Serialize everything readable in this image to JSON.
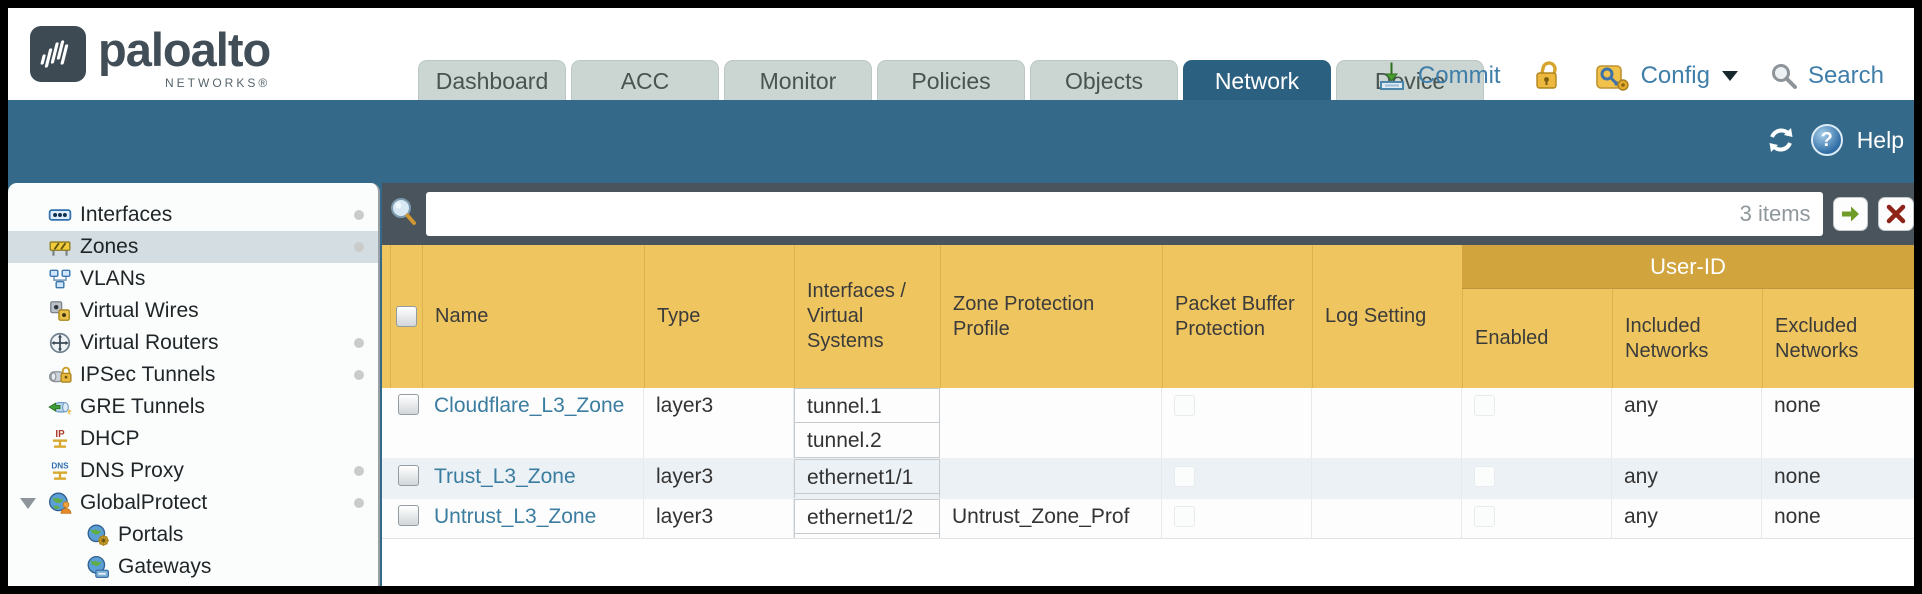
{
  "brand": {
    "wordmark": "paloalto",
    "subtext": "NETWORKS®"
  },
  "nav": {
    "tabs": [
      {
        "label": "Dashboard",
        "active": false
      },
      {
        "label": "ACC",
        "active": false
      },
      {
        "label": "Monitor",
        "active": false
      },
      {
        "label": "Policies",
        "active": false
      },
      {
        "label": "Objects",
        "active": false
      },
      {
        "label": "Network",
        "active": true
      },
      {
        "label": "Device",
        "active": false
      }
    ],
    "actions": {
      "commit_label": "Commit",
      "config_label": "Config",
      "search_label": "Search"
    }
  },
  "subheader": {
    "help_label": "Help"
  },
  "sidebar": {
    "items": [
      {
        "label": "Interfaces",
        "icon": "interfaces-icon",
        "selected": false,
        "dot": true
      },
      {
        "label": "Zones",
        "icon": "zones-icon",
        "selected": true,
        "dot": true
      },
      {
        "label": "VLANs",
        "icon": "vlans-icon",
        "selected": false,
        "dot": false
      },
      {
        "label": "Virtual Wires",
        "icon": "virtual-wires-icon",
        "selected": false,
        "dot": false
      },
      {
        "label": "Virtual Routers",
        "icon": "virtual-routers-icon",
        "selected": false,
        "dot": true
      },
      {
        "label": "IPSec Tunnels",
        "icon": "ipsec-tunnels-icon",
        "selected": false,
        "dot": true
      },
      {
        "label": "GRE Tunnels",
        "icon": "gre-tunnels-icon",
        "selected": false,
        "dot": false
      },
      {
        "label": "DHCP",
        "icon": "dhcp-icon",
        "selected": false,
        "dot": false
      },
      {
        "label": "DNS Proxy",
        "icon": "dns-proxy-icon",
        "selected": false,
        "dot": true
      },
      {
        "label": "GlobalProtect",
        "icon": "globalprotect-icon",
        "selected": false,
        "dot": true,
        "expandable": true
      },
      {
        "label": "Portals",
        "icon": "portals-icon",
        "selected": false,
        "indent": true
      },
      {
        "label": "Gateways",
        "icon": "gateways-icon",
        "selected": false,
        "indent": true
      }
    ]
  },
  "filterbar": {
    "query_value": "",
    "items_count": "3 items"
  },
  "table": {
    "group_header": "User-ID",
    "columns": {
      "name": "Name",
      "type": "Type",
      "interfaces": "Interfaces / Virtual Systems",
      "zone_protection": "Zone Protection Profile",
      "packet_buffer": "Packet Buffer Protection",
      "log_setting": "Log Setting",
      "enabled": "Enabled",
      "included": "Included Networks",
      "excluded": "Excluded Networks"
    },
    "rows": [
      {
        "name": "Cloudflare_L3_Zone",
        "type": "layer3",
        "interfaces": [
          "tunnel.1",
          "tunnel.2"
        ],
        "zone_protection": "",
        "log_setting": "",
        "included": "any",
        "excluded": "none"
      },
      {
        "name": "Trust_L3_Zone",
        "type": "layer3",
        "interfaces": [
          "ethernet1/1"
        ],
        "zone_protection": "",
        "log_setting": "",
        "included": "any",
        "excluded": "none"
      },
      {
        "name": "Untrust_L3_Zone",
        "type": "layer3",
        "interfaces": [
          "ethernet1/2"
        ],
        "zone_protection": "Untrust_Zone_Prof",
        "log_setting": "",
        "included": "any",
        "excluded": "none"
      }
    ]
  },
  "colors": {
    "teal_band": "#35698a",
    "tab_active": "#2c6080",
    "header_gold": "#eec55f",
    "group_gold": "#d1a43e",
    "filterbar_bg": "#49545c",
    "link_blue": "#3b7da0",
    "commit_green": "#4a9e2f",
    "error_red": "#8e2318"
  }
}
